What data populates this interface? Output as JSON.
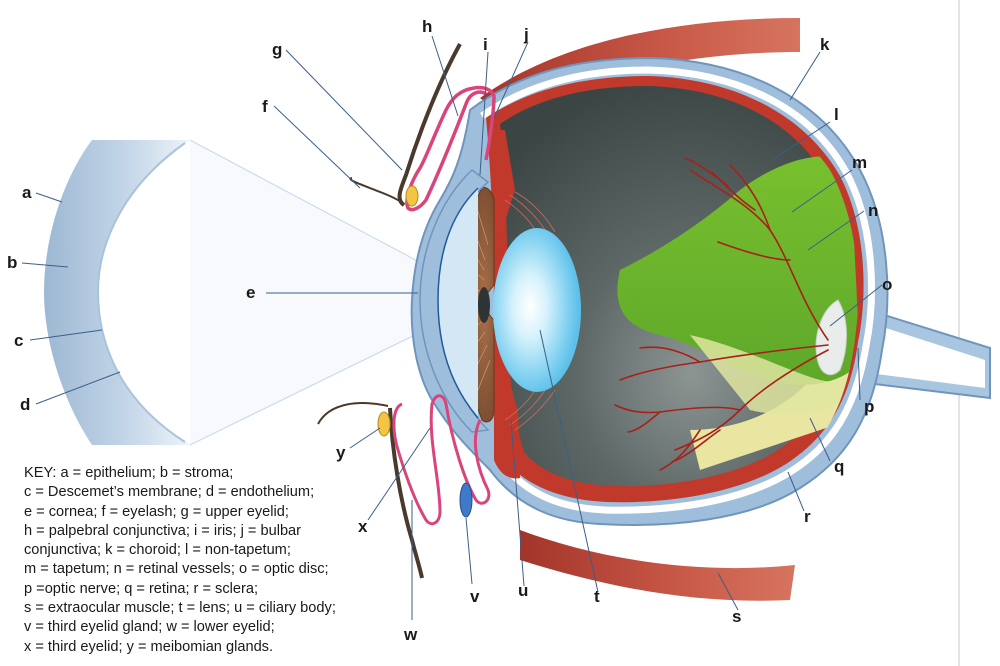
{
  "labels": {
    "a": "a",
    "b": "b",
    "c": "c",
    "d": "d",
    "e": "e",
    "f": "f",
    "g": "g",
    "h": "h",
    "i": "i",
    "j": "j",
    "k": "k",
    "l": "l",
    "m": "m",
    "n": "n",
    "o": "o",
    "p": "p",
    "q": "q",
    "r": "r",
    "s": "s",
    "t": "t",
    "u": "u",
    "v": "v",
    "w": "w",
    "x": "x",
    "y": "y"
  },
  "key_lines": [
    "KEY: a = epithelium; b = stroma;",
    "c = Descemet’s membrane; d = endothelium;",
    "e = cornea; f = eyelash; g = upper eyelid;",
    "h = palpebral conjunctiva; i = iris; j = bulbar",
    "conjunctiva; k = choroid; l = non-tapetum;",
    "m = tapetum; n = retinal vessels; o = optic disc;",
    "p =optic nerve; q = retina; r = sclera;",
    "s = extraocular muscle; t = lens; u = ciliary body;",
    "v = third eyelid gland; w = lower eyelid;",
    "x = third eyelid; y = meibomian glands."
  ],
  "colors": {
    "sclera": "#9fbedb",
    "choroid": "#c0392b",
    "vitreous": "#4a5553",
    "tapetum": "#66b32e",
    "retina_band": "#e8e6a0",
    "lens": "#7fd0f0",
    "eyelid": "#d9457a",
    "gland": "#f4c542",
    "iris": "#8b5a3c",
    "muscle": "#b8483a"
  }
}
